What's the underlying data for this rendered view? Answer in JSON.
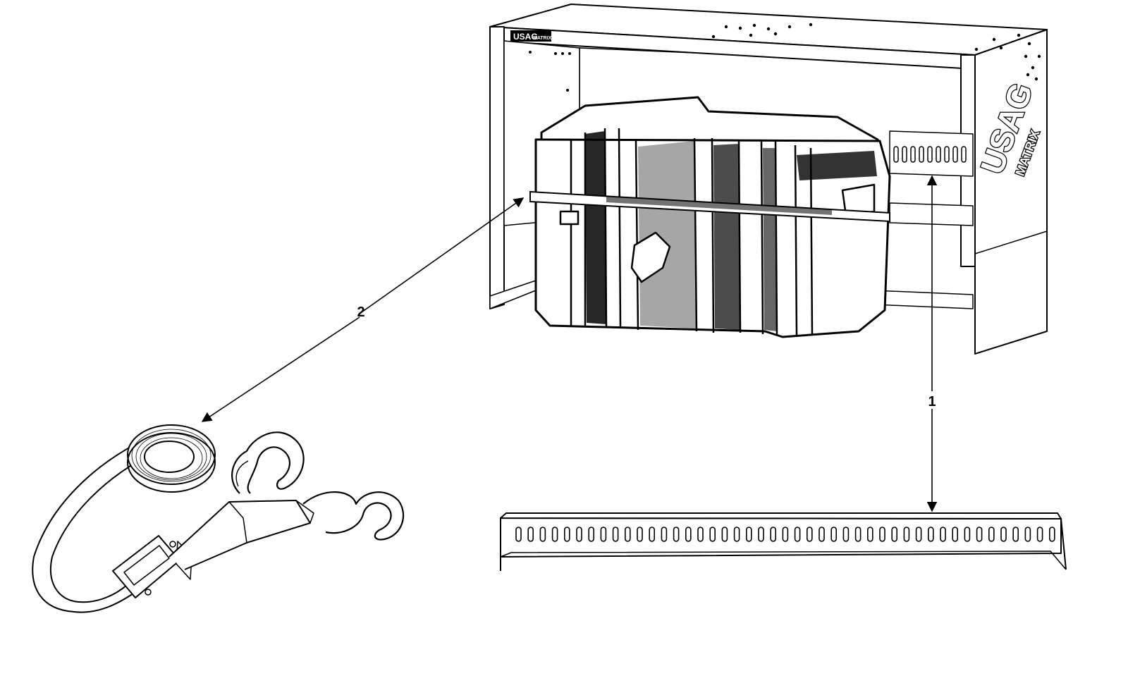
{
  "callouts": [
    {
      "id": "1",
      "label": "1"
    },
    {
      "id": "2",
      "label": "2"
    }
  ],
  "brand": {
    "logo_main": "USAG",
    "logo_sub": "MATRIX"
  },
  "colors": {
    "line": "#000000",
    "background": "#ffffff"
  }
}
